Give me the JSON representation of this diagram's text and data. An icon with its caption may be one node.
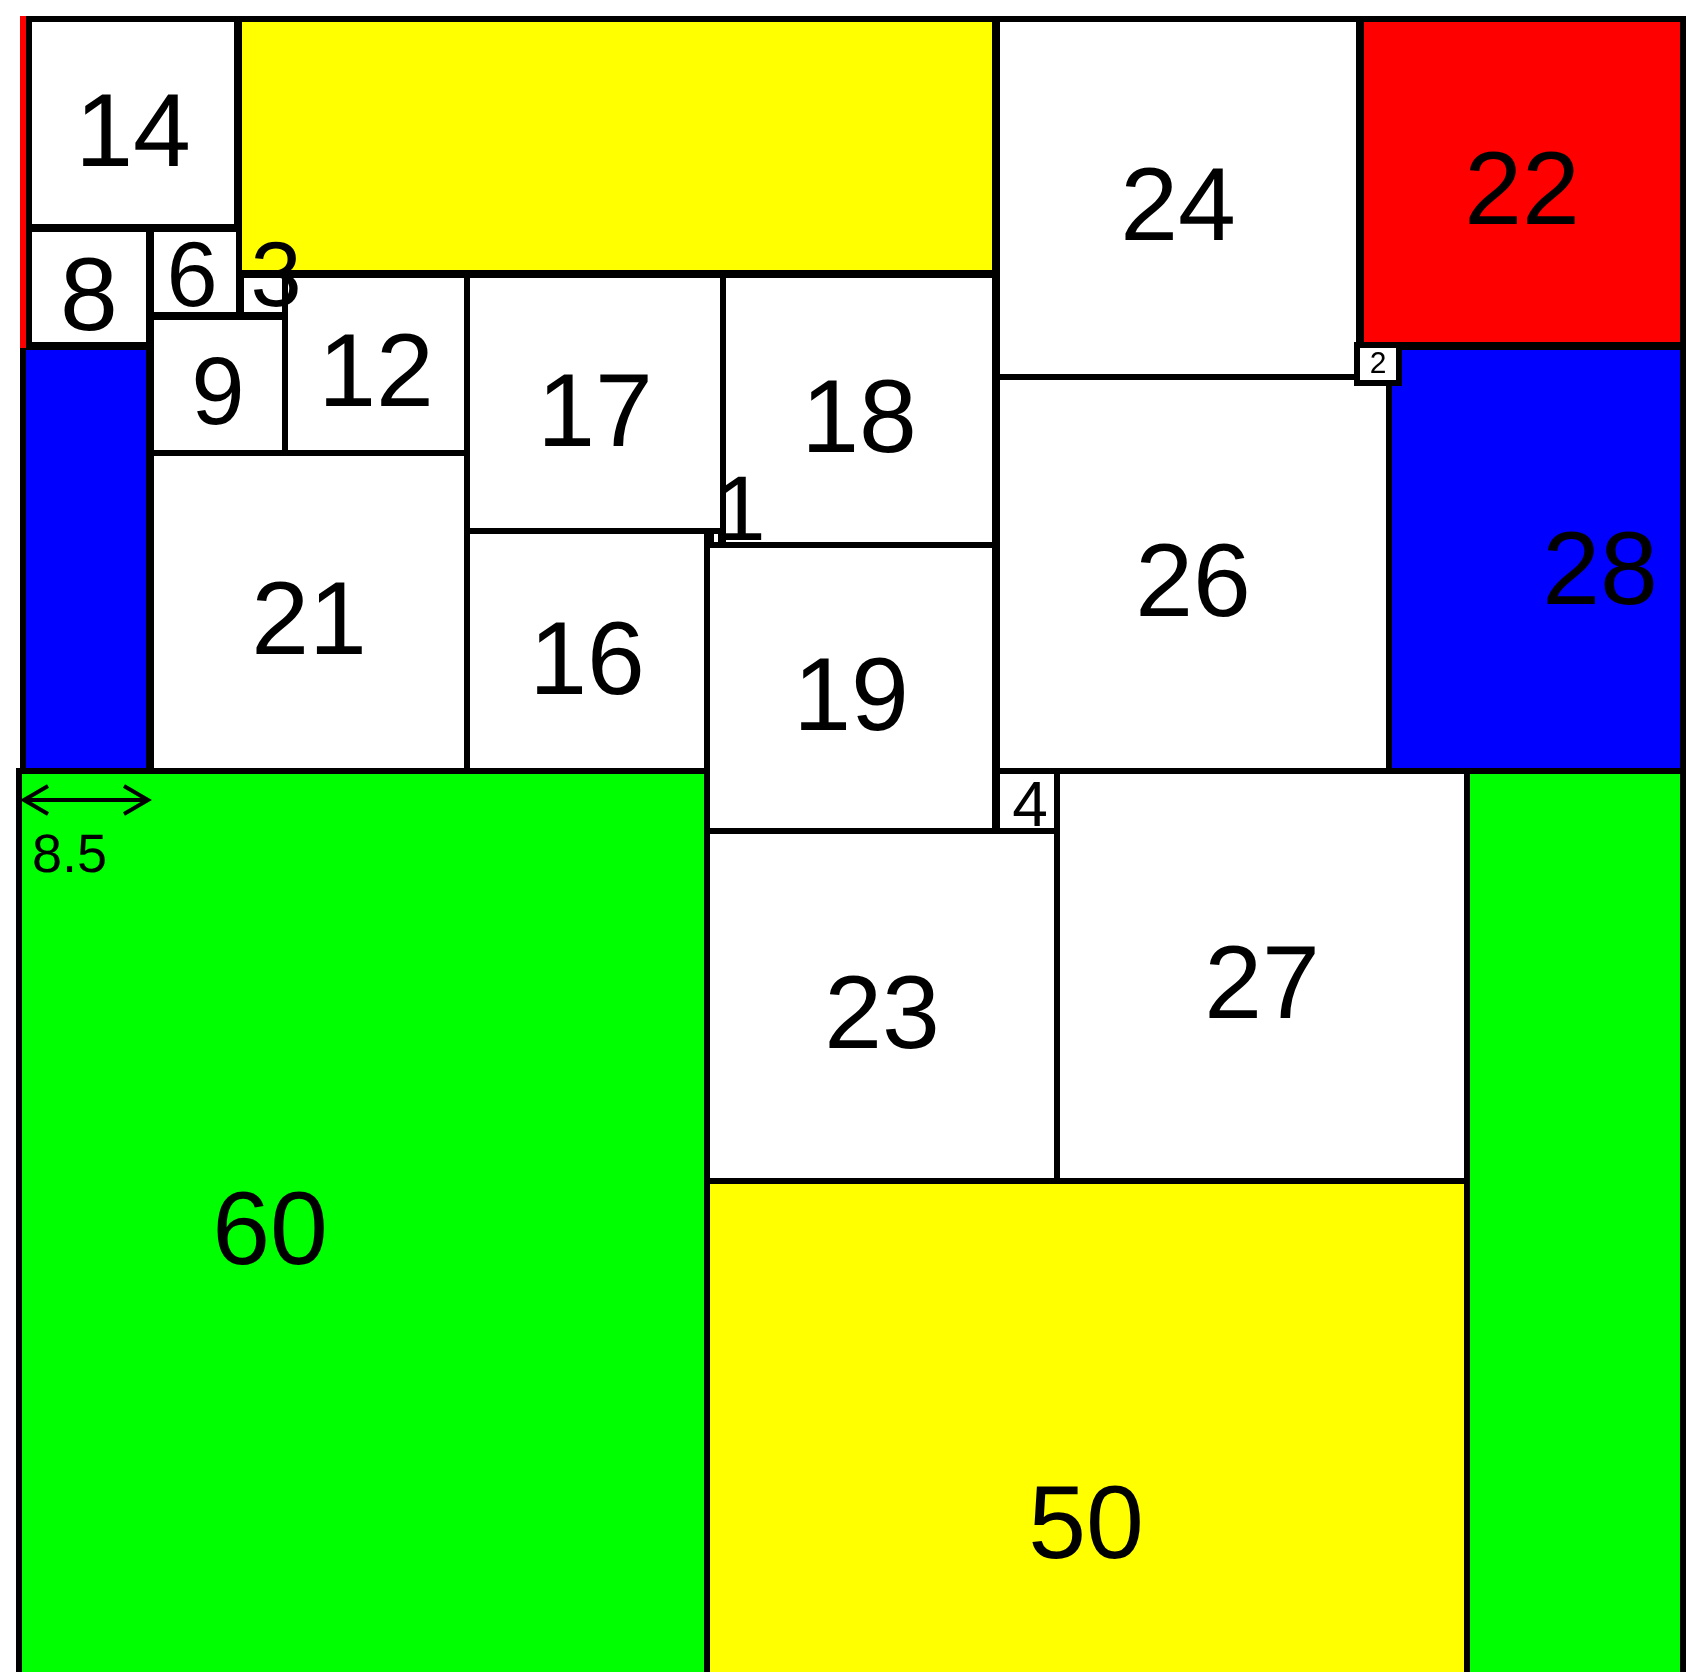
{
  "diagram": {
    "nodes": [
      {
        "text": [
          "14"
        ]
      },
      {
        "text": [],
        "shape": "box"
      },
      {
        "text": [
          "24"
        ]
      },
      {
        "text": [
          "22"
        ]
      },
      {
        "text": [
          "8"
        ]
      },
      {
        "text": [
          "6"
        ]
      },
      {
        "text": [
          "3"
        ]
      },
      {
        "text": [
          "9"
        ]
      },
      {
        "text": [
          "12"
        ]
      },
      {
        "text": [
          "17"
        ]
      },
      {
        "text": [
          "18"
        ]
      },
      {
        "text": [
          "2"
        ]
      },
      {
        "text": [
          "28"
        ]
      },
      {
        "text": [],
        "shape": "box"
      },
      {
        "text": [
          "26"
        ]
      },
      {
        "text": [
          "1"
        ]
      },
      {
        "text": [
          "21"
        ]
      },
      {
        "text": [
          "16"
        ]
      },
      {
        "text": [
          "19"
        ]
      },
      {
        "text": [
          "4"
        ]
      },
      {
        "text": [
          "27"
        ]
      },
      {
        "text": [
          "60"
        ]
      },
      {
        "text": [
          "23"
        ]
      },
      {
        "text": [],
        "shape": "box"
      },
      {
        "text": [
          "50"
        ]
      }
    ],
    "labels": [
      "8.5"
    ]
  }
}
